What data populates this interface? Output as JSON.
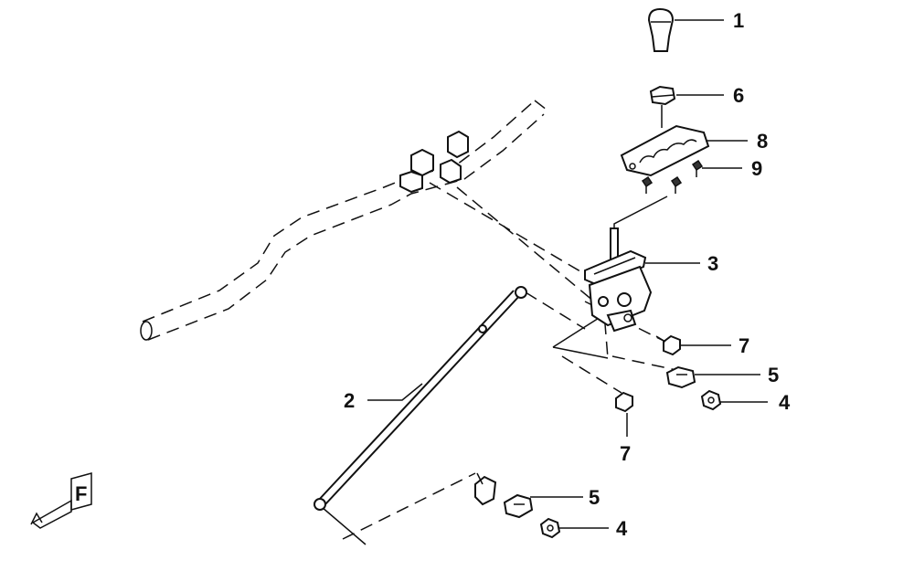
{
  "callouts": {
    "c1": "1",
    "c2": "2",
    "c3": "3",
    "c4a": "4",
    "c4b": "4",
    "c5a": "5",
    "c5b": "5",
    "c6": "6",
    "c7a": "7",
    "c7b": "7",
    "c8": "8",
    "c9": "9"
  },
  "direction_mark": "F",
  "icons": [
    "front-direction-arrow-icon"
  ]
}
